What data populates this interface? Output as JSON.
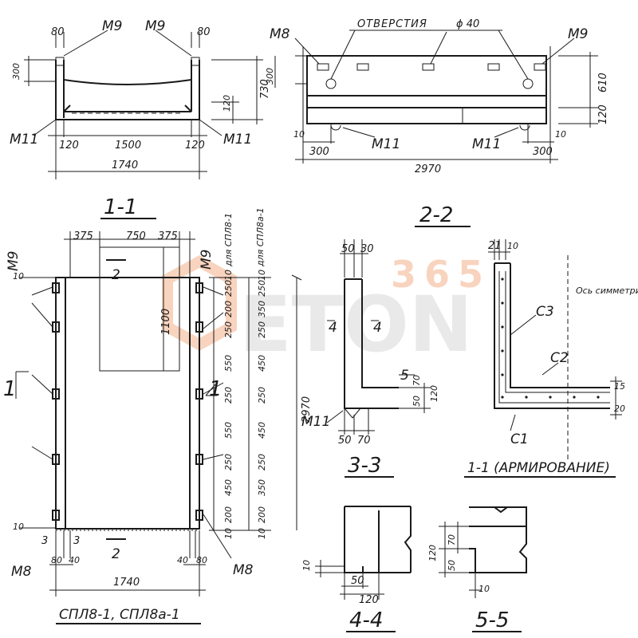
{
  "watermark": {
    "brand": "ETON",
    "number": "365",
    "color": "#f0a070",
    "icon": "hexagon-logo-icon"
  },
  "view11": {
    "title": "1-1",
    "mark_left": "M9",
    "mark_right": "M9",
    "mark_bl": "M11",
    "mark_br": "M11",
    "dim_top_left": "80",
    "dim_top_right": "80",
    "dim_left": "300",
    "dim_right": "730",
    "dim_inner": "120",
    "dim_bot_left": "120",
    "dim_bot_mid": "1500",
    "dim_bot_right": "120",
    "dim_total": "1740"
  },
  "view22": {
    "title": "2-2",
    "mark_m8": "M8",
    "mark_m9": "M9",
    "holes_label": "ОТВЕРСТИЯ",
    "holes_dia": "ϕ 40",
    "mark_m11_left": "M11",
    "mark_m11_right": "M11",
    "dim_left": "300",
    "dim_right_top": "610",
    "dim_right_bot": "120",
    "dim_bl_small": "10",
    "dim_br_small": "10",
    "dim_bot_left": "300",
    "dim_bot_right": "300",
    "dim_total": "2970"
  },
  "plan": {
    "title": "СПЛ8-1, СПЛ8а-1",
    "top_dims": [
      "375",
      "750",
      "375"
    ],
    "label_2": "2",
    "label_1": "1",
    "dim_1100": "1100",
    "dim_2970": "2970",
    "mark_m9": "M9",
    "mark_m9_right": "M9",
    "mark_m8_left": "M8",
    "mark_m8_right": "M8",
    "col1_header": "для СПЛ8-1",
    "col2_header": "для СПЛ8а-1",
    "col1_dims": [
      "10",
      "250",
      "200",
      "250",
      "550",
      "250",
      "550",
      "250",
      "450",
      "200",
      "10"
    ],
    "col2_dims": [
      "10",
      "250",
      "350",
      "250",
      "450",
      "250",
      "450",
      "250",
      "350",
      "200",
      "10"
    ],
    "dim_bot_80": "80",
    "dim_bot_40": "40",
    "dim_bot_40r": "40",
    "dim_bot_80r": "80",
    "dim_total": "1740",
    "dim_left_10": "10",
    "dim_left_10b": "10",
    "dim_3": "3"
  },
  "view33": {
    "title": "3-3",
    "dim_top": [
      "50",
      "30"
    ],
    "label_4": "4",
    "label_5": "5",
    "mark": "M11",
    "dim_bot": [
      "50",
      "70"
    ],
    "dim_right": [
      "70",
      "50",
      "120"
    ]
  },
  "reinf": {
    "title": "1-1 (АРМИРОВАНИЕ)",
    "dim_top": [
      "21",
      "10"
    ],
    "axis_label": "Ось симметрии",
    "c1": "C1",
    "c2": "C2",
    "c3": "C3",
    "dim_right": [
      "15",
      "20"
    ]
  },
  "view44": {
    "title": "4-4",
    "dim_10": "10",
    "dim_50": "50",
    "dim_120": "120"
  },
  "view55": {
    "title": "5-5",
    "dim_120": "120",
    "dim_70": "70",
    "dim_50": "50",
    "dim_10": "10"
  }
}
